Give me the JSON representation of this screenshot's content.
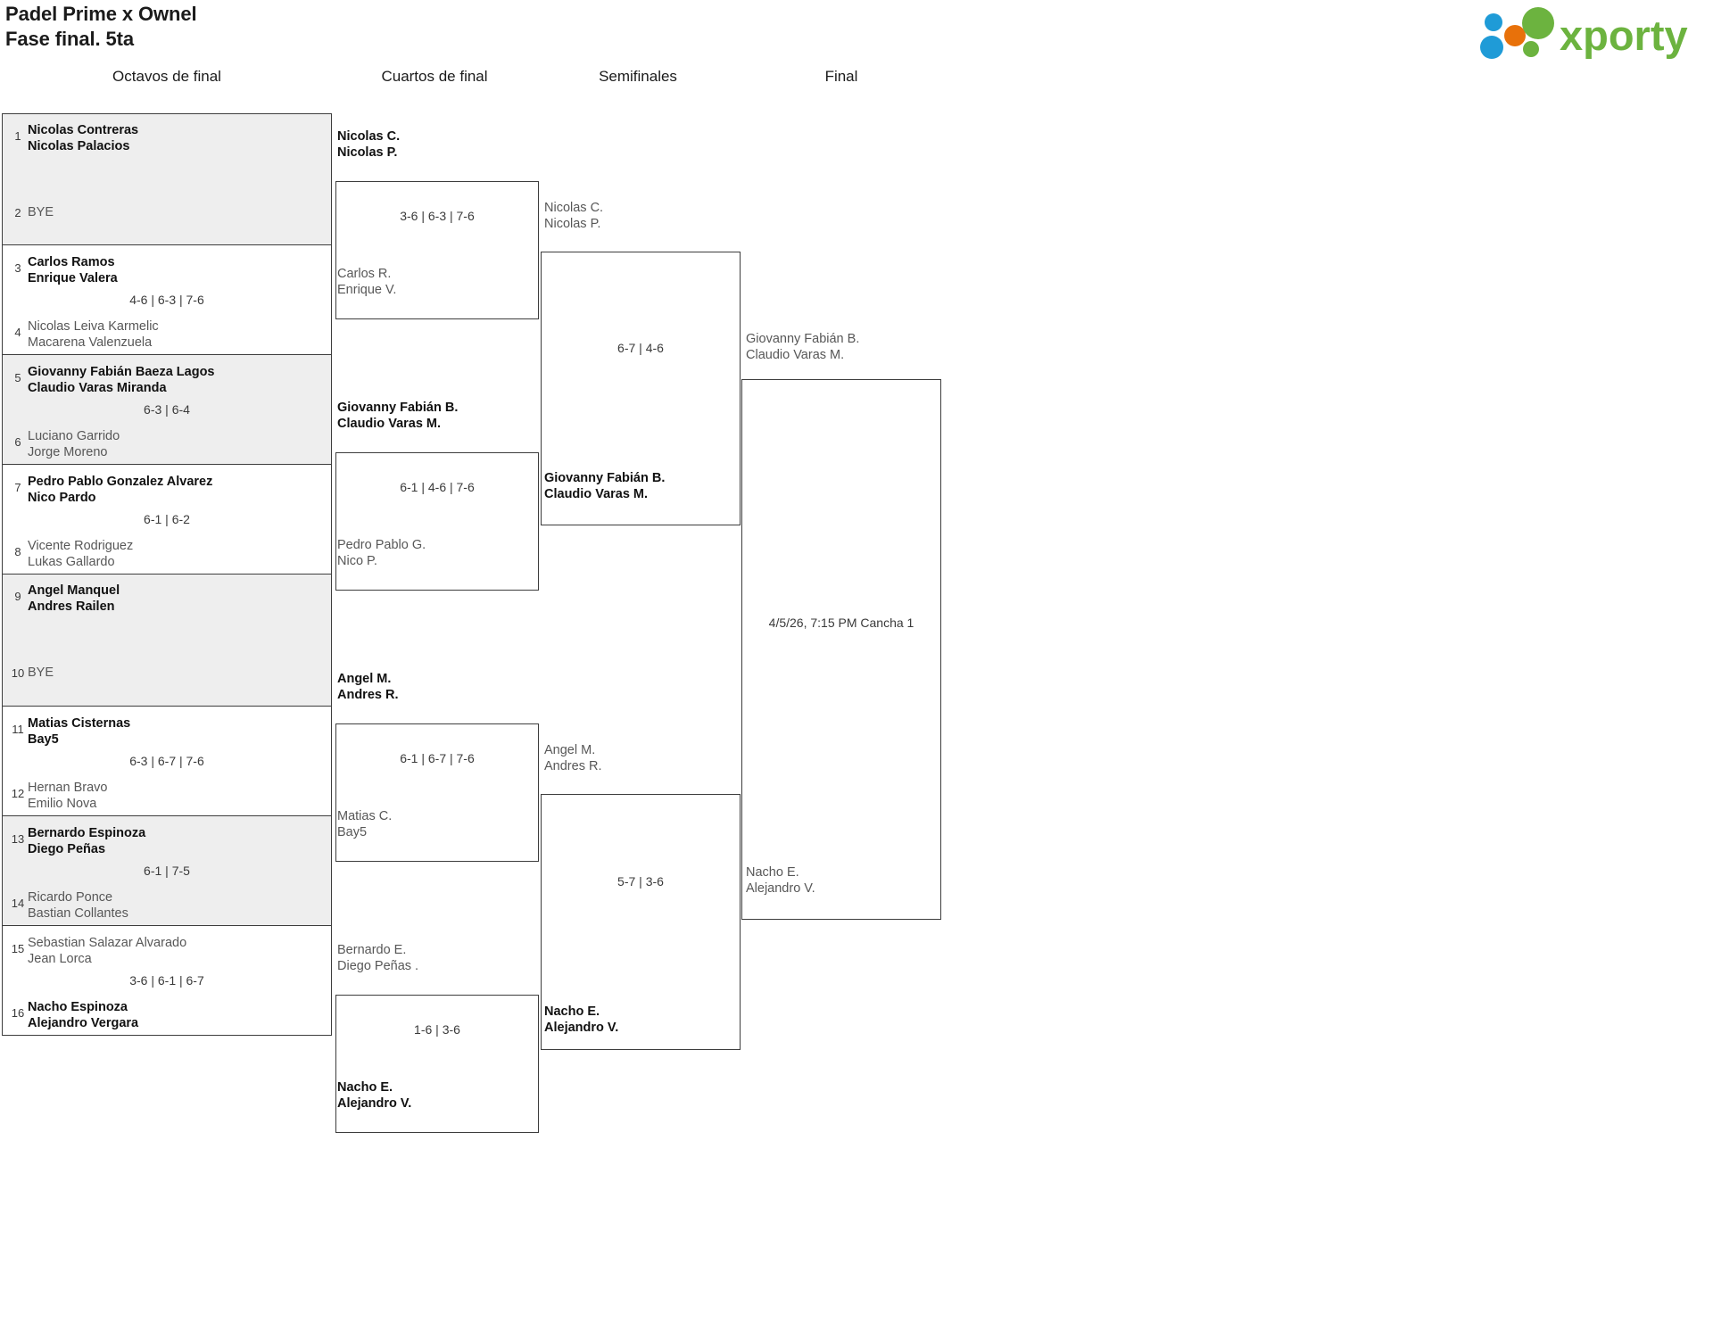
{
  "header": {
    "title_line1": "Padel Prime x Ownel",
    "title_line2": "Fase final. 5ta",
    "logo_text": "xporty",
    "logo_colors": {
      "green": "#6cb33f",
      "orange": "#e8710a",
      "blue": "#1f9bd7"
    }
  },
  "rounds": [
    {
      "label": "Octavos de final"
    },
    {
      "label": "Cuartos de final"
    },
    {
      "label": "Semifinales"
    },
    {
      "label": "Final"
    }
  ],
  "round1": [
    {
      "seed_top": "1",
      "top_l1": "Nicolas Contreras",
      "top_l2": "Nicolas Palacios",
      "top_state": "win",
      "seed_bot": "2",
      "bot_l1": "BYE",
      "bot_l2": "",
      "bot_state": "bye",
      "score": "",
      "shaded": true
    },
    {
      "seed_top": "3",
      "top_l1": "Carlos Ramos",
      "top_l2": "Enrique Valera",
      "top_state": "win",
      "seed_bot": "4",
      "bot_l1": "Nicolas Leiva Karmelic",
      "bot_l2": "Macarena Valenzuela",
      "bot_state": "lose",
      "score": "4-6 | 6-3 | 7-6",
      "shaded": false
    },
    {
      "seed_top": "5",
      "top_l1": "Giovanny Fabián Baeza Lagos",
      "top_l2": "Claudio Varas Miranda",
      "top_state": "win",
      "seed_bot": "6",
      "bot_l1": "Luciano Garrido",
      "bot_l2": "Jorge Moreno",
      "bot_state": "lose",
      "score": "6-3 | 6-4",
      "shaded": true
    },
    {
      "seed_top": "7",
      "top_l1": "Pedro Pablo Gonzalez Alvarez",
      "top_l2": "Nico Pardo",
      "top_state": "win",
      "seed_bot": "8",
      "bot_l1": "Vicente Rodriguez",
      "bot_l2": "Lukas Gallardo",
      "bot_state": "lose",
      "score": "6-1 | 6-2",
      "shaded": false
    },
    {
      "seed_top": "9",
      "top_l1": "Angel Manquel",
      "top_l2": "Andres Railen",
      "top_state": "win",
      "seed_bot": "10",
      "bot_l1": "BYE",
      "bot_l2": "",
      "bot_state": "bye",
      "score": "",
      "shaded": true
    },
    {
      "seed_top": "11",
      "top_l1": "Matias Cisternas",
      "top_l2": "Bay5",
      "top_state": "win",
      "seed_bot": "12",
      "bot_l1": "Hernan Bravo",
      "bot_l2": "Emilio Nova",
      "bot_state": "lose",
      "score": "6-3 | 6-7 | 7-6",
      "shaded": false
    },
    {
      "seed_top": "13",
      "top_l1": "Bernardo Espinoza",
      "top_l2": "Diego Peñas",
      "top_state": "win",
      "seed_bot": "14",
      "bot_l1": "Ricardo Ponce",
      "bot_l2": "Bastian Collantes",
      "bot_state": "lose",
      "score": "6-1 | 7-5",
      "shaded": true
    },
    {
      "seed_top": "15",
      "top_l1": "Sebastian Salazar Alvarado",
      "top_l2": "Jean Lorca",
      "top_state": "lose",
      "seed_bot": "16",
      "bot_l1": "Nacho Espinoza",
      "bot_l2": "Alejandro Vergara",
      "bot_state": "win",
      "score": "3-6 | 6-1 | 6-7",
      "shaded": false
    }
  ],
  "round2": [
    {
      "top_l1": "Nicolas C.",
      "top_l2": "Nicolas P.",
      "top_state": "win",
      "bot_l1": "Carlos R.",
      "bot_l2": "Enrique V.",
      "bot_state": "lose",
      "score": "3-6 | 6-3 | 7-6"
    },
    {
      "top_l1": "Giovanny Fabián B.",
      "top_l2": "Claudio Varas M.",
      "top_state": "win",
      "bot_l1": "Pedro Pablo G.",
      "bot_l2": "Nico P.",
      "bot_state": "lose",
      "score": "6-1 | 4-6 | 7-6"
    },
    {
      "top_l1": "Angel M.",
      "top_l2": "Andres R.",
      "top_state": "win",
      "bot_l1": "Matias C.",
      "bot_l2": "Bay5",
      "bot_state": "lose",
      "score": "6-1 | 6-7 | 7-6"
    },
    {
      "top_l1": "Bernardo E.",
      "top_l2": "Diego Peñas .",
      "top_state": "lose",
      "bot_l1": "Nacho E.",
      "bot_l2": "Alejandro V.",
      "bot_state": "win",
      "score": "1-6 | 3-6"
    }
  ],
  "round3": [
    {
      "top_l1": "Nicolas C.",
      "top_l2": "Nicolas P.",
      "top_state": "lose",
      "bot_l1": "Giovanny Fabián B.",
      "bot_l2": "Claudio Varas M.",
      "bot_state": "win",
      "score": "6-7 | 4-6"
    },
    {
      "top_l1": "Angel M.",
      "top_l2": "Andres R.",
      "top_state": "lose",
      "bot_l1": "Nacho E.",
      "bot_l2": "Alejandro V.",
      "bot_state": "win",
      "score": "5-7 | 3-6"
    }
  ],
  "round4": [
    {
      "top_l1": "Giovanny Fabián B.",
      "top_l2": "Claudio Varas M.",
      "top_state": "lose",
      "bot_l1": "Nacho E.",
      "bot_l2": "Alejandro V.",
      "bot_state": "lose",
      "score": "",
      "meta": "4/5/26, 7:15 PM Cancha 1"
    }
  ]
}
